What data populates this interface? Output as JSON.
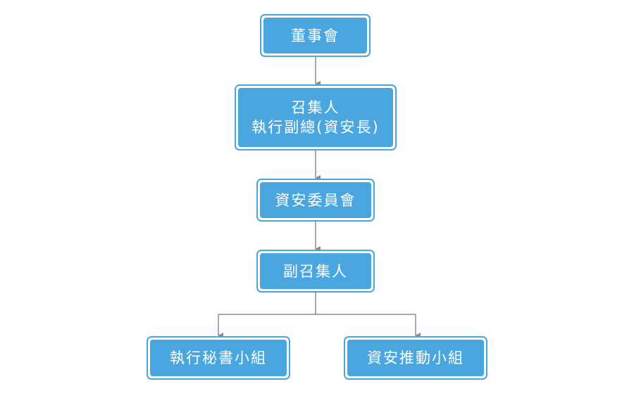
{
  "colors": {
    "node_fill": "#4aa6de",
    "node_text": "#ffffff",
    "connector": "#8c8c8c"
  },
  "nodes": {
    "board": {
      "label": "董事會"
    },
    "convener": {
      "line1": "召集人",
      "line2": "執行副總(資安長)"
    },
    "committee": {
      "label": "資安委員會"
    },
    "deputy": {
      "label": "副召集人"
    },
    "secretary": {
      "label": "執行秘書小組"
    },
    "promotion": {
      "label": "資安推動小組"
    }
  }
}
